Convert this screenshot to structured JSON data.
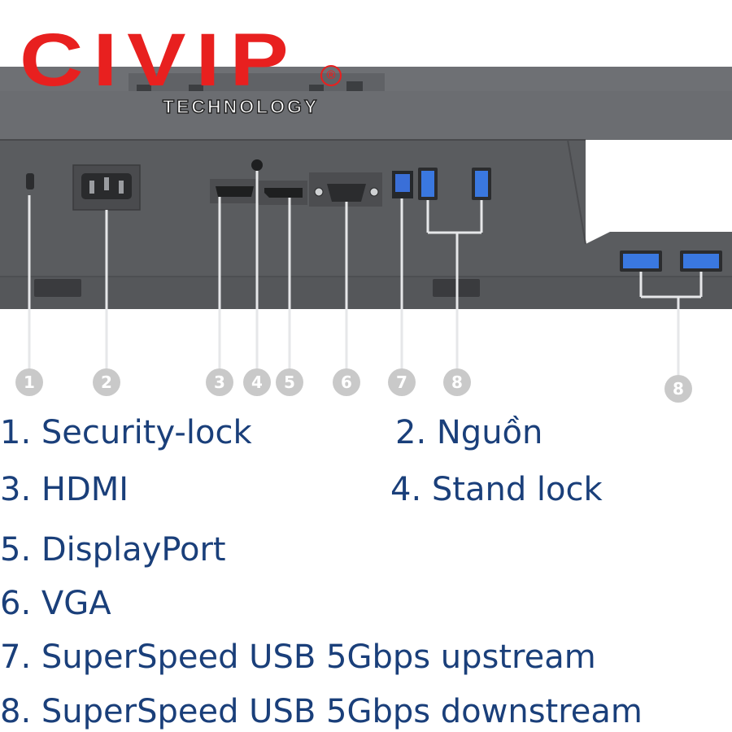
{
  "logo": {
    "brand": "CIVIP",
    "registered": "®",
    "tagline": "TECHNOLOGY"
  },
  "callouts": [
    "1",
    "2",
    "3",
    "4",
    "5",
    "6",
    "7",
    "8",
    "8"
  ],
  "legend": [
    "1. Security-lock",
    "2. Nguồn",
    "3. HDMI",
    "4. Stand lock",
    "5. DisplayPort",
    "6. VGA",
    "7. SuperSpeed USB 5Gbps upstream",
    "8. SuperSpeed USB 5Gbps downstream"
  ],
  "colors": {
    "brand_red": "#e8201f",
    "legend_blue": "#1a3f7a",
    "monitor_gray": "#5a5c5f",
    "callout_gray": "#c9c9c9"
  }
}
